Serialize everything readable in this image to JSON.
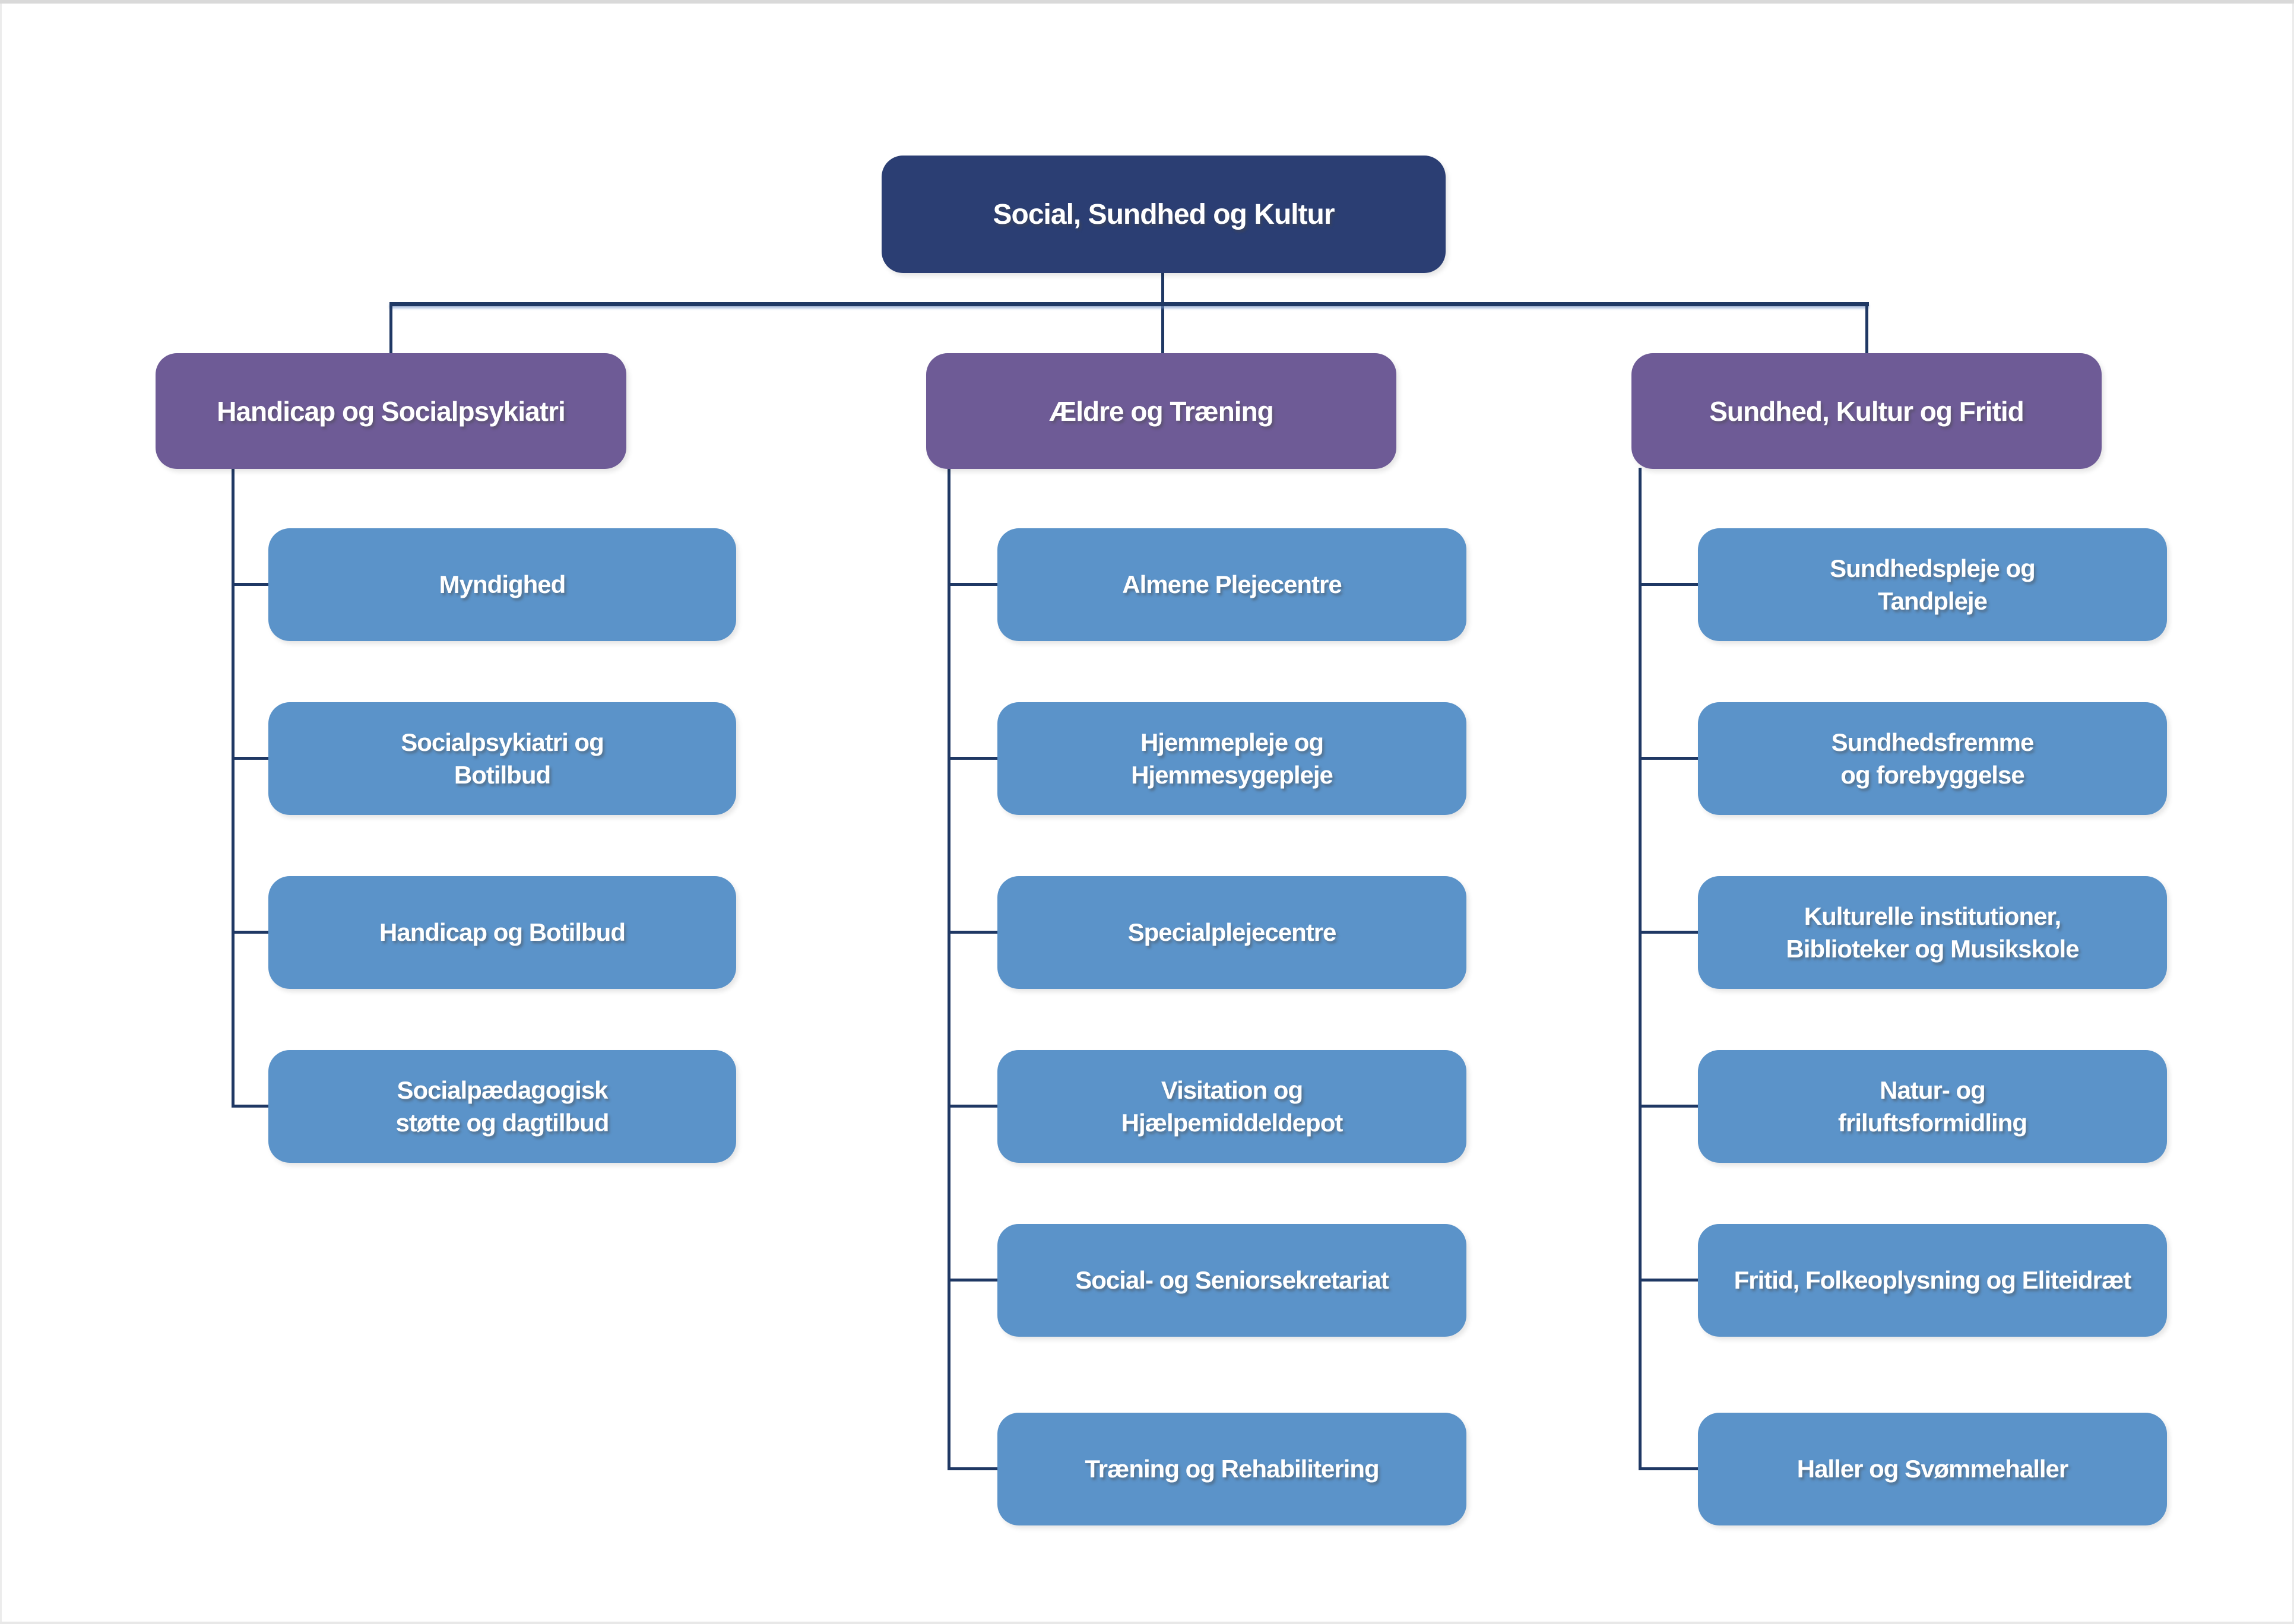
{
  "colors": {
    "root_box": "#2b3e73",
    "branch_box": "#6e5b96",
    "leaf_box": "#5b93c9",
    "connector": "#1f3864",
    "text": "#ffffff",
    "page_background": "#ffffff"
  },
  "org": {
    "root": {
      "label": "Social, Sundhed og Kultur"
    },
    "branches": [
      {
        "label": "Handicap og Socialpsykiatri",
        "children": [
          "Myndighed",
          "Socialpsykiatri og\nBotilbud",
          "Handicap og Botilbud",
          "Socialpædagogisk\nstøtte og dagtilbud"
        ]
      },
      {
        "label": "Ældre og Træning",
        "children": [
          "Almene Plejecentre",
          "Hjemmepleje og\nHjemmesygepleje",
          "Specialplejecentre",
          "Visitation og\nHjælpemiddeldepot",
          "Social- og Seniorsekretariat",
          "Træning og Rehabilitering"
        ]
      },
      {
        "label": "Sundhed, Kultur og Fritid",
        "children": [
          "Sundhedspleje og\nTandpleje",
          "Sundhedsfremme\nog forebyggelse",
          "Kulturelle institutioner,\nBiblioteker og Musikskole",
          "Natur- og\nfriluftsformidling",
          "Fritid, Folkeoplysning og Eliteidræt",
          "Haller og Svømmehaller"
        ]
      }
    ]
  }
}
